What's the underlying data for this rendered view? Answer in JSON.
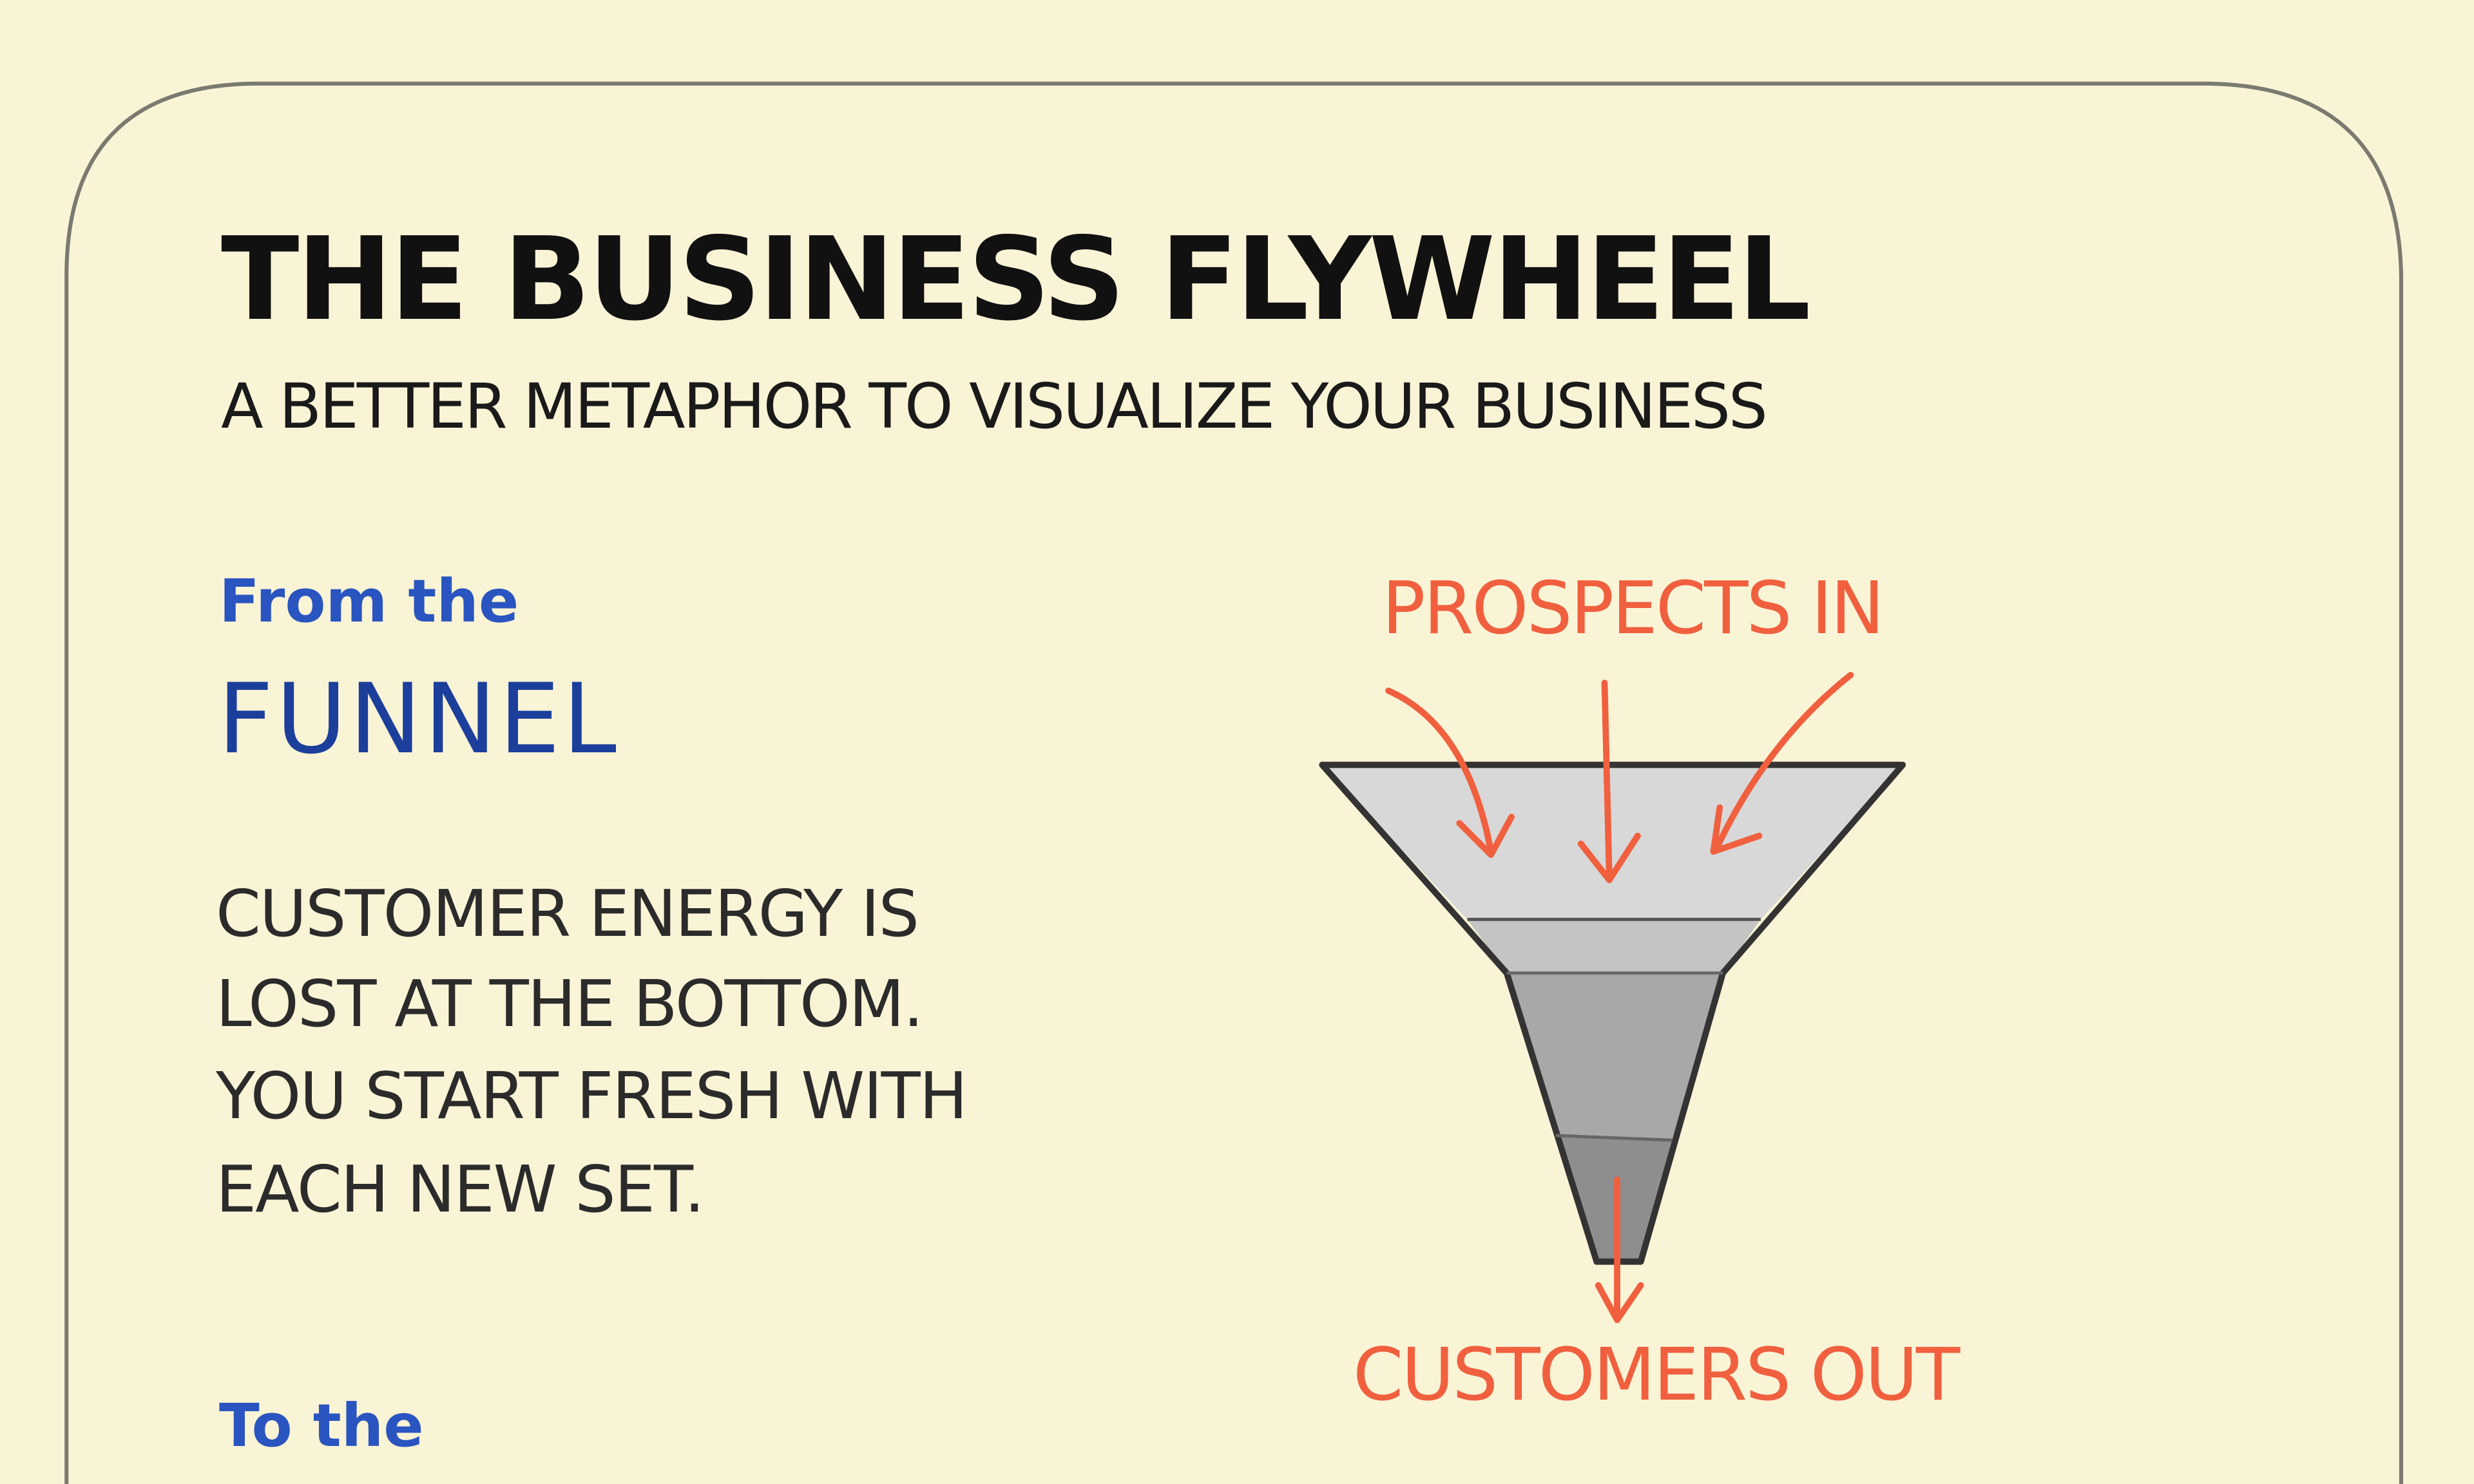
{
  "header": {
    "title": "THE BUSINESS FLYWHEEL",
    "subtitle": "A BETTER METAPHOR TO VISUALIZE YOUR BUSINESS"
  },
  "funnel_section": {
    "intro": "From the",
    "heading": "FUNNEL",
    "body_lines": [
      "CUSTOMER ENERGY IS",
      "LOST AT THE BOTTOM.",
      "YOU START FRESH WITH",
      "EACH NEW SET."
    ]
  },
  "flywheel_section": {
    "intro": "To the"
  },
  "diagram": {
    "input_label": "PROSPECTS IN",
    "output_label": "CUSTOMERS OUT"
  },
  "colors": {
    "background": "#faf4d6",
    "accent_blue": "#2a55c0",
    "heading_blue": "#1c3f9c",
    "arrow_red": "#f0603f"
  }
}
